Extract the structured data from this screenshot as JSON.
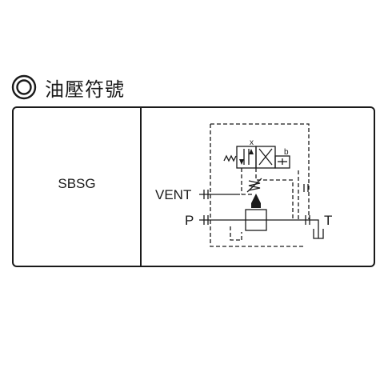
{
  "header": {
    "title": "油壓符號",
    "icon": "double-circle-icon"
  },
  "table": {
    "model": "SBSG"
  },
  "schematic": {
    "ports": {
      "vent": "VENT",
      "pressure": "P",
      "tank": "T"
    },
    "valve_labels": {
      "x": "x",
      "b": "b"
    }
  },
  "colors": {
    "line": "#1a1a1a",
    "background": "#ffffff"
  }
}
